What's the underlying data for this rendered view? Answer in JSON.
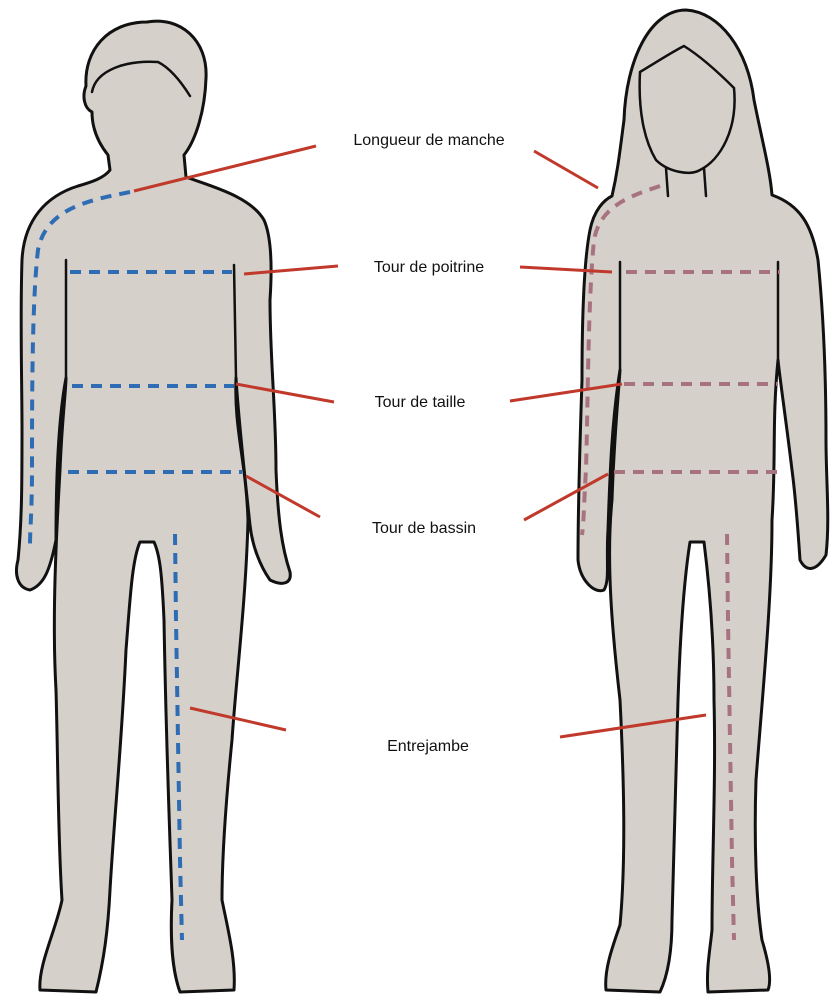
{
  "labels": {
    "sleeve": "Longueur de manche",
    "chest": "Tour de poitrine",
    "waist": "Tour de taille",
    "hips": "Tour de bassin",
    "inseam": "Entrejambe"
  },
  "colors": {
    "skin": "#d6d0cb",
    "outline": "#111111",
    "pointer": "#c0392b",
    "male_measure": "#2e6db4",
    "female_measure": "#a87380"
  }
}
